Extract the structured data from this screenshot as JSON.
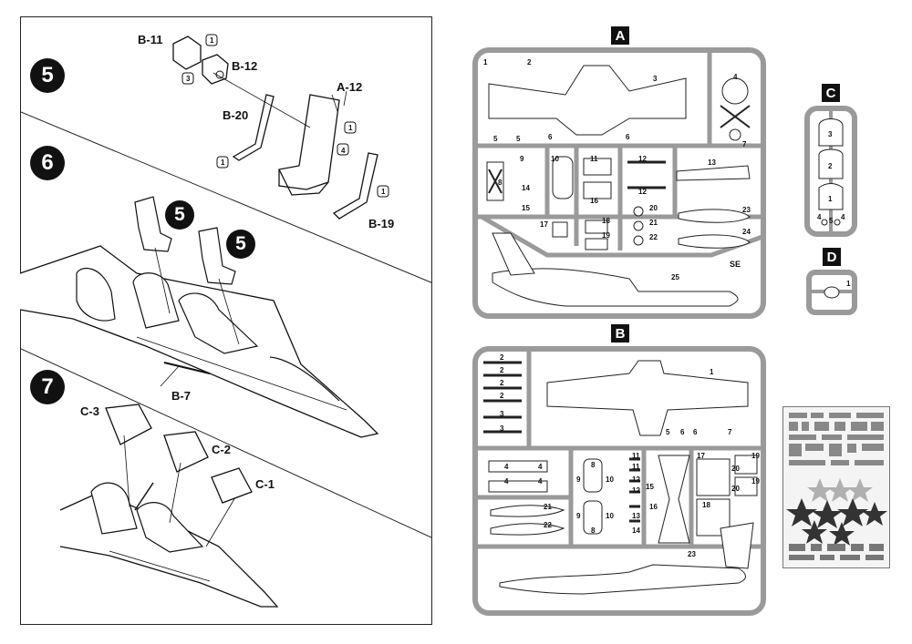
{
  "steps": [
    {
      "number": "5"
    },
    {
      "number": "6"
    },
    {
      "number": "7"
    }
  ],
  "step5_labels": {
    "b11": "B-11",
    "b12": "B-12",
    "a12": "A-12",
    "b20": "B-20",
    "b19": "B-19"
  },
  "step5_callouts": {
    "c1": "1",
    "c3": "3",
    "c4": "4",
    "c1b": "1",
    "c1c": "1",
    "c1d": "1"
  },
  "step6_labels": {
    "seat_ref_a": "5",
    "seat_ref_b": "5",
    "b7": "B-7"
  },
  "step7_labels": {
    "c3": "C-3",
    "c2": "C-2",
    "c1": "C-1"
  },
  "sprues": {
    "a": {
      "letter": "A",
      "parts": [
        "1",
        "2",
        "3",
        "4",
        "5",
        "5",
        "6",
        "6",
        "7",
        "8",
        "9",
        "10",
        "11",
        "12",
        "12",
        "13",
        "14",
        "15",
        "16",
        "17",
        "18",
        "19",
        "20",
        "21",
        "22",
        "23",
        "24",
        "25"
      ],
      "mark": "SE"
    },
    "b": {
      "letter": "B",
      "parts": [
        "1",
        "2",
        "2",
        "2",
        "2",
        "3",
        "3",
        "4",
        "4",
        "4",
        "4",
        "5",
        "6",
        "6",
        "7",
        "8",
        "8",
        "9",
        "9",
        "10",
        "10",
        "11",
        "11",
        "12",
        "12",
        "13",
        "14",
        "15",
        "16",
        "17",
        "18",
        "19",
        "19",
        "20",
        "20",
        "21",
        "22",
        "23"
      ]
    },
    "c": {
      "letter": "C",
      "parts": [
        "3",
        "2",
        "1",
        "4",
        "5",
        "4"
      ]
    },
    "d": {
      "letter": "D",
      "parts": [
        "1"
      ]
    }
  }
}
